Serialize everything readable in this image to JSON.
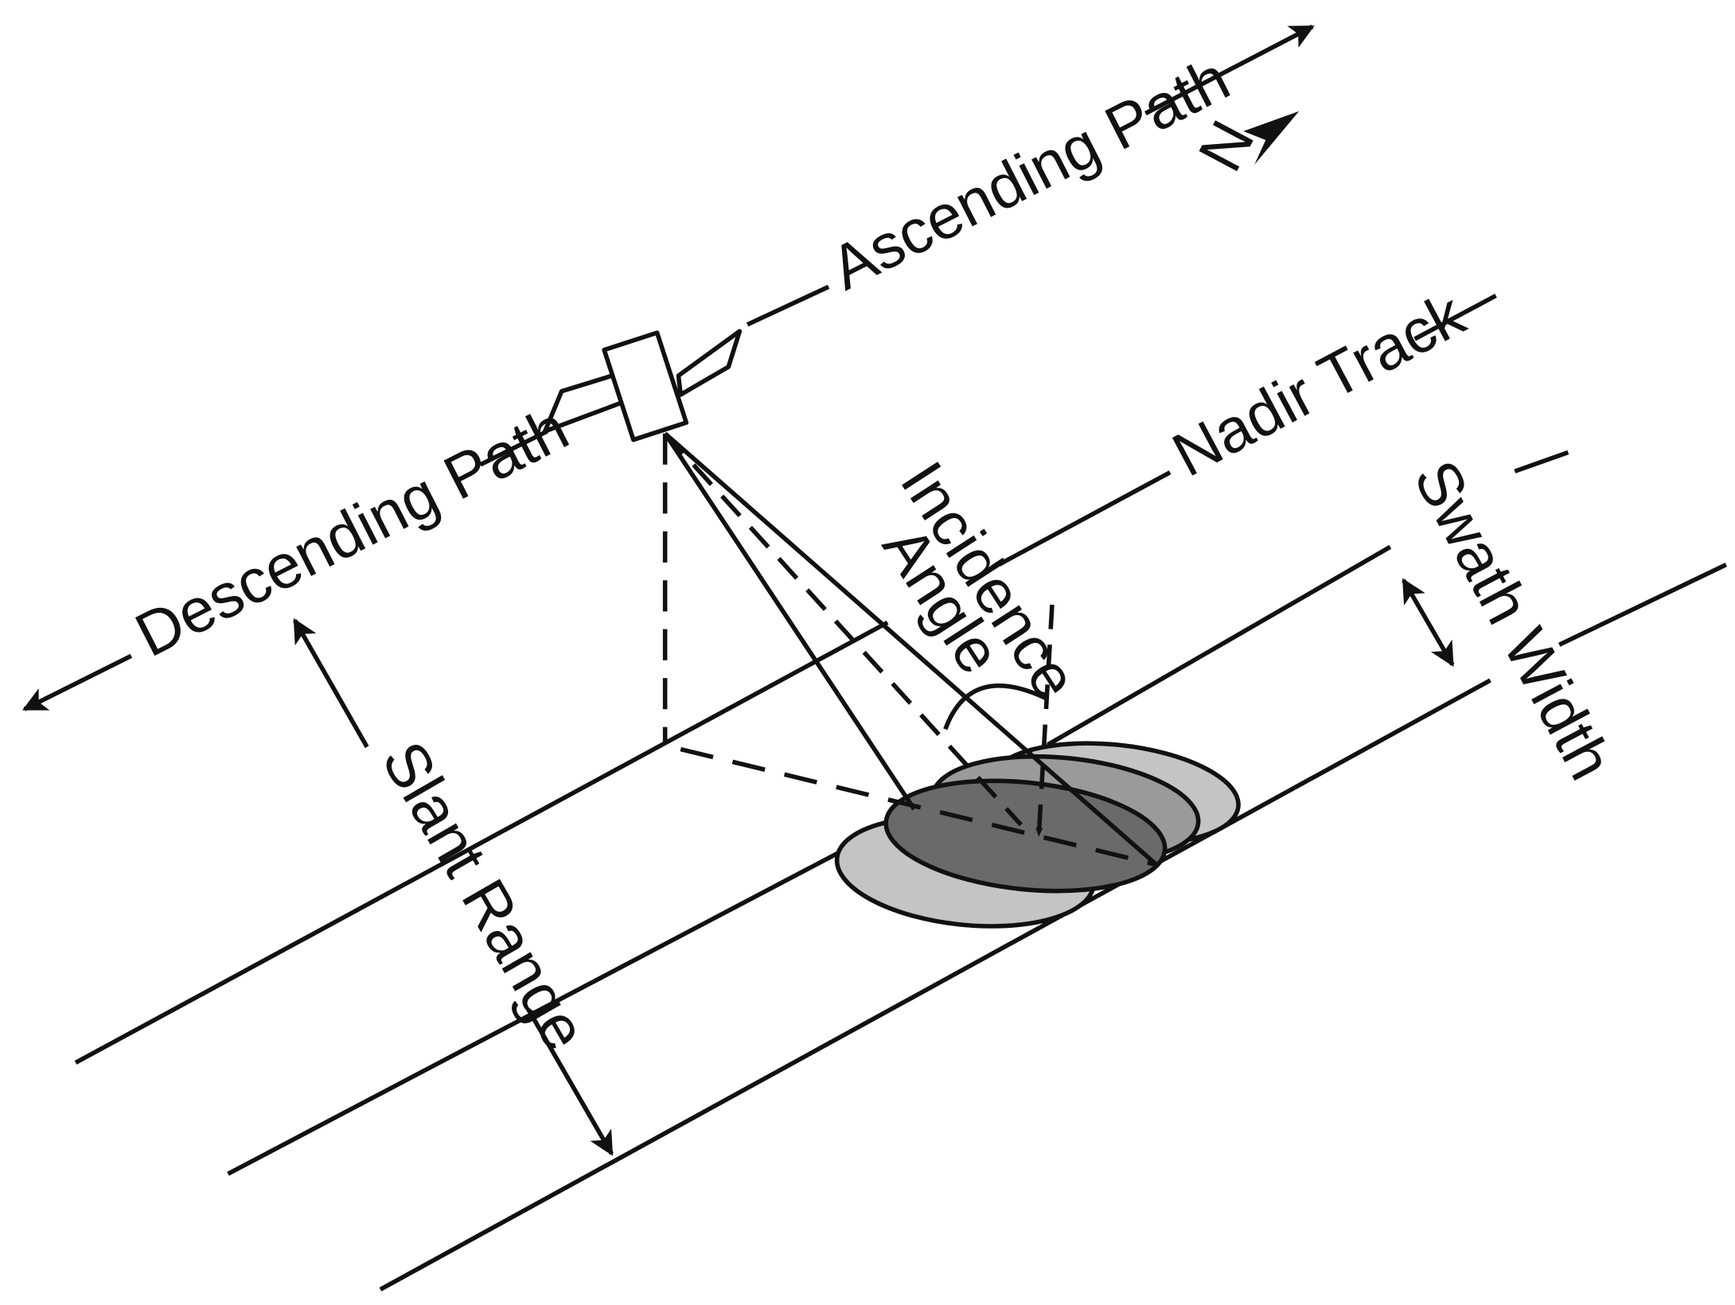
{
  "labels": {
    "ascending_path": "Ascending Path",
    "descending_path": "Descending Path",
    "north": "N",
    "nadir_track": "Nadir Track",
    "incidence_line1": "Incidence",
    "incidence_line2": "Angle",
    "swath_width": "Swath Width",
    "slant_range": "Slant Range"
  },
  "colors": {
    "line": "#111111",
    "footprint_light": "#c4c4c4",
    "footprint_mid": "#8e8e8e",
    "footprint_dark": "#6a6a6a",
    "background": "#ffffff"
  }
}
